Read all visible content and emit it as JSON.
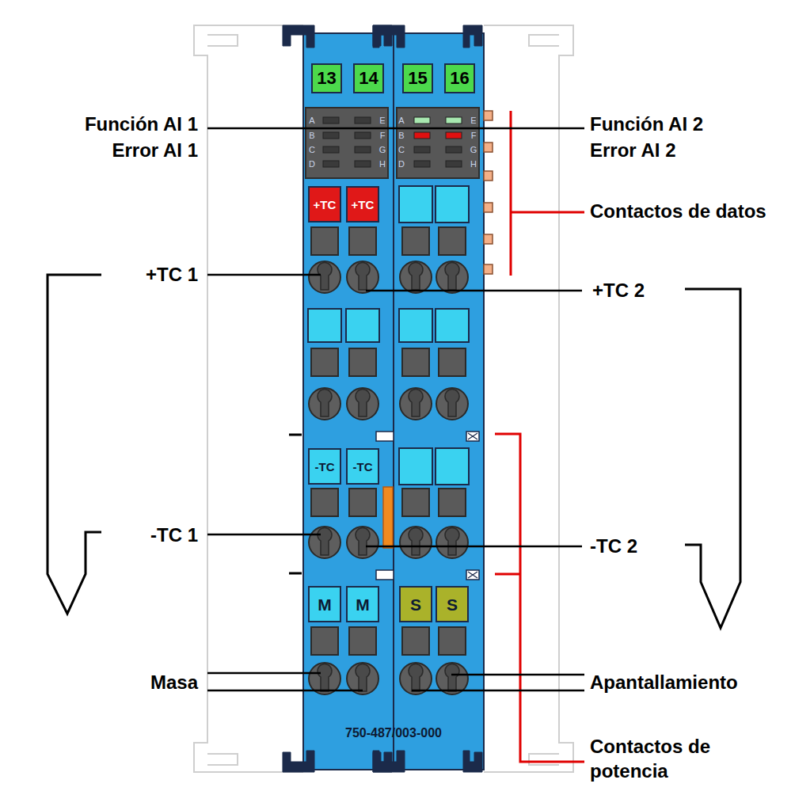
{
  "diagram": {
    "nodes": [
      {
        "text": [
          "13"
        ]
      },
      {
        "text": [
          "14"
        ]
      },
      {
        "text": [
          "15"
        ]
      },
      {
        "text": [
          "16"
        ]
      },
      {
        "text": [
          "+TC"
        ]
      },
      {
        "text": [
          "+TC"
        ]
      },
      {
        "text": [
          "-TC"
        ]
      },
      {
        "text": [
          "-TC"
        ]
      },
      {
        "text": [
          "M"
        ]
      },
      {
        "text": [
          "M"
        ]
      },
      {
        "text": [
          "S"
        ]
      },
      {
        "text": [
          "S"
        ]
      }
    ],
    "labels": [
      "A",
      "B",
      "C",
      "D",
      "E",
      "F",
      "G",
      "H",
      "A",
      "B",
      "C",
      "D",
      "E",
      "F",
      "G",
      "H",
      "Función AI 1",
      "Error AI 1",
      "Función AI 2",
      "Error AI 2",
      "Contactos de datos",
      "+TC 1",
      "+TC 2",
      "-TC 1",
      "-TC 2",
      "Masa",
      "Apantallamiento",
      "Contactos de potencia",
      "750-487/003-000"
    ]
  }
}
